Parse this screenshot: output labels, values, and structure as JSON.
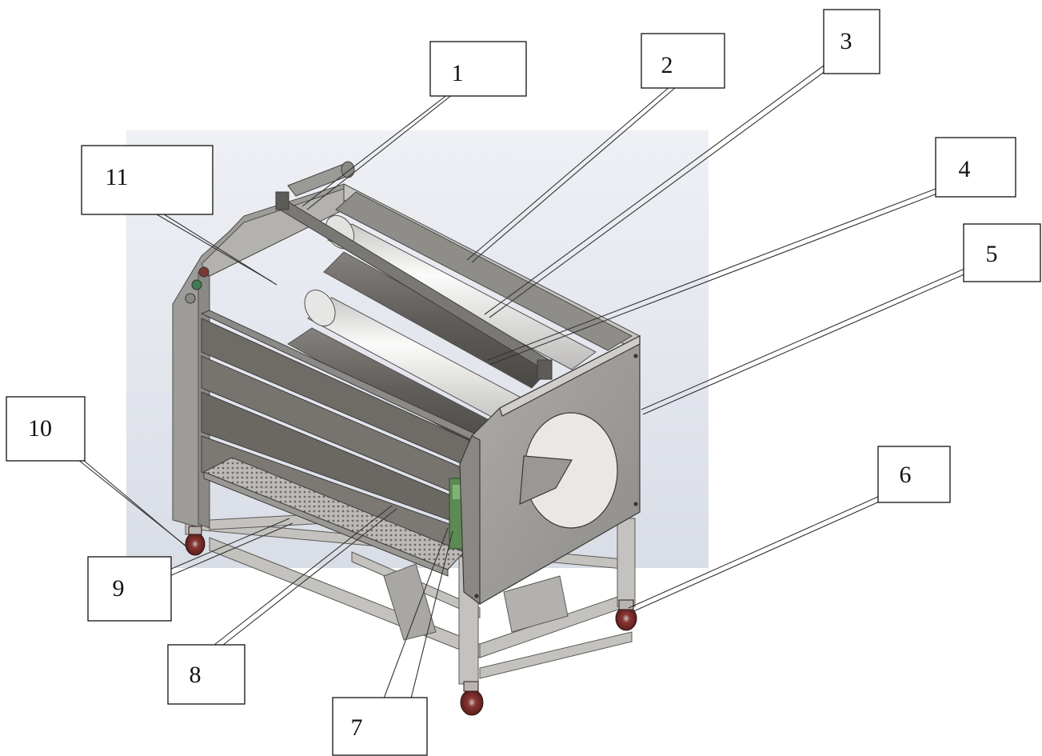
{
  "callouts": {
    "c1": "1",
    "c2": "2",
    "c3": "3",
    "c4": "4",
    "c5": "5",
    "c6": "6",
    "c7": "7",
    "c8": "8",
    "c9": "9",
    "c10": "10",
    "c11": "11"
  },
  "colors": {
    "backdrop": "#e4e7ee",
    "body_panel": "#a5a3a0",
    "body_dark": "#6f6c68",
    "frame": "#b9b7b3",
    "roller_light": "#f1f1f0",
    "roller_dark": "#5e5c59",
    "wheel": "#7b2b28"
  }
}
